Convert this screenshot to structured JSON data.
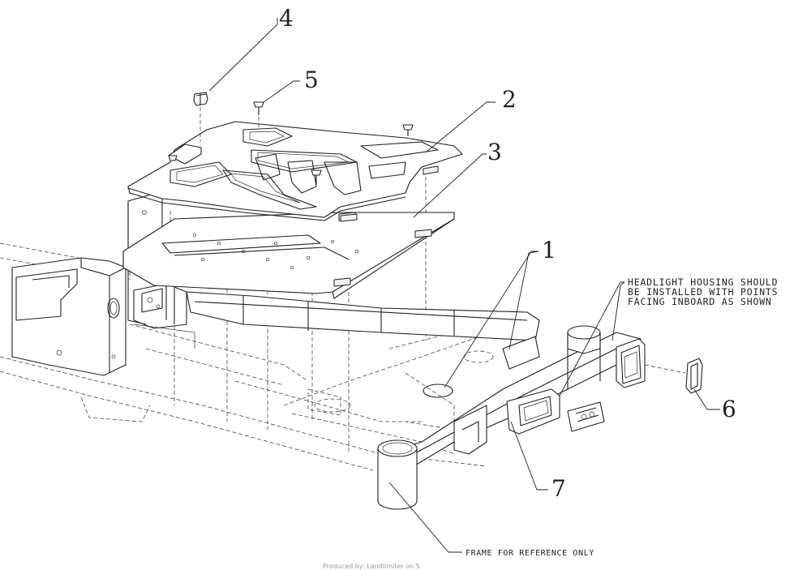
{
  "callouts": [
    "1",
    "2",
    "3",
    "4",
    "5",
    "6",
    "7"
  ],
  "note": {
    "line1": "HEADLIGHT HOUSING SHOULD",
    "line2": "BE INSTALLED WITH POINTS",
    "line3": "FACING INBOARD AS SHOWN"
  },
  "frame_note": "FRAME FOR REFERENCE ONLY",
  "footer": "Produced by: Landlimiter on 5"
}
